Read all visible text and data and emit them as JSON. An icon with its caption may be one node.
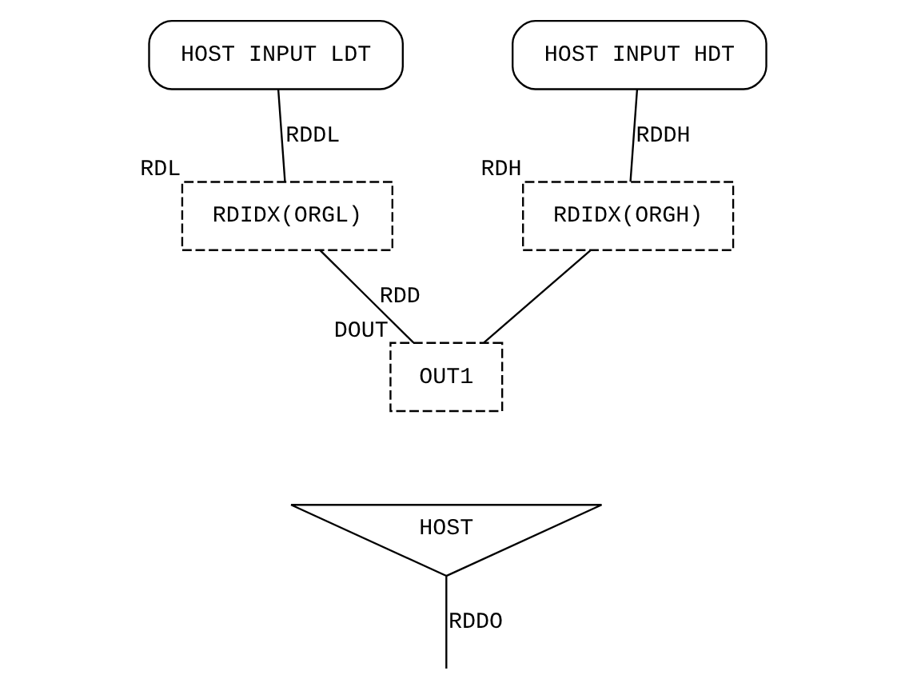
{
  "diagram": {
    "nodes": [
      {
        "text": [
          "HOST INPUT LDT"
        ]
      },
      {
        "text": [
          "HOST INPUT HDT"
        ]
      },
      {
        "text": [
          "RDIDX(ORGL)"
        ],
        "beside": [
          "RDL"
        ]
      },
      {
        "text": [
          "RDIDX(ORGH)"
        ],
        "beside": [
          "RDH"
        ]
      },
      {
        "text": [
          "OUT1"
        ],
        "beside": [
          "DOUT"
        ]
      },
      {
        "text": [
          "HOST"
        ]
      }
    ],
    "edges": [
      {
        "from": 0,
        "to": 2,
        "arrow": "none",
        "label": "RDDL"
      },
      {
        "from": 1,
        "to": 3,
        "arrow": "none",
        "label": "RDDH"
      },
      {
        "from": 2,
        "to": 4,
        "arrow": "none",
        "label": "RDD"
      },
      {
        "from": 3,
        "to": 4,
        "arrow": "none"
      },
      {
        "from": 5,
        "to": null,
        "arrow": "none",
        "label": "RDDO"
      }
    ]
  }
}
